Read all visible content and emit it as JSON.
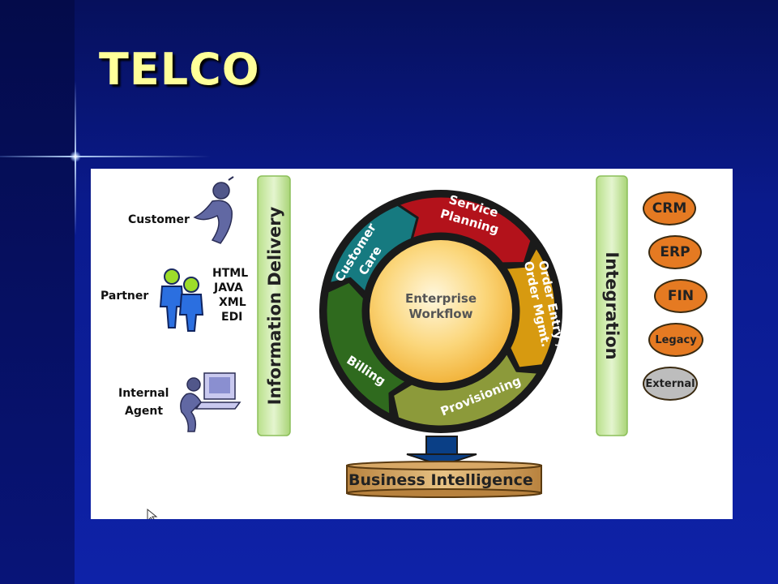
{
  "slide": {
    "title": "TELCO"
  },
  "actors": {
    "customer": "Customer",
    "partner": "Partner",
    "internal_agent_line1": "Internal",
    "internal_agent_line2": "Agent"
  },
  "formats": [
    "HTML",
    "JAVA",
    "XML",
    "EDI"
  ],
  "bars": {
    "information_delivery": "Information Delivery",
    "integration": "Integration"
  },
  "cycle": {
    "center_line1": "Enterprise",
    "center_line2": "Workflow",
    "segments": [
      {
        "line1": "Service",
        "line2": "Planning",
        "color": "#b3121b"
      },
      {
        "line1": "Order Entry /",
        "line2": "Order Mgmt.",
        "color": "#d79a10"
      },
      {
        "line1": "Provisioning",
        "line2": "",
        "color": "#8c9a3a"
      },
      {
        "line1": "Billing",
        "line2": "",
        "color": "#2f6a1e"
      },
      {
        "line1": "Customer",
        "line2": "Care",
        "color": "#167a80"
      }
    ]
  },
  "business_intelligence": "Business Intelligence",
  "systems": [
    {
      "label": "CRM",
      "color": "#e57a22"
    },
    {
      "label": "ERP",
      "color": "#e57a22"
    },
    {
      "label": "FIN",
      "color": "#e57a22"
    },
    {
      "label": "Legacy",
      "color": "#e57a22"
    },
    {
      "label": "External",
      "color": "#bdbdbd"
    }
  ]
}
